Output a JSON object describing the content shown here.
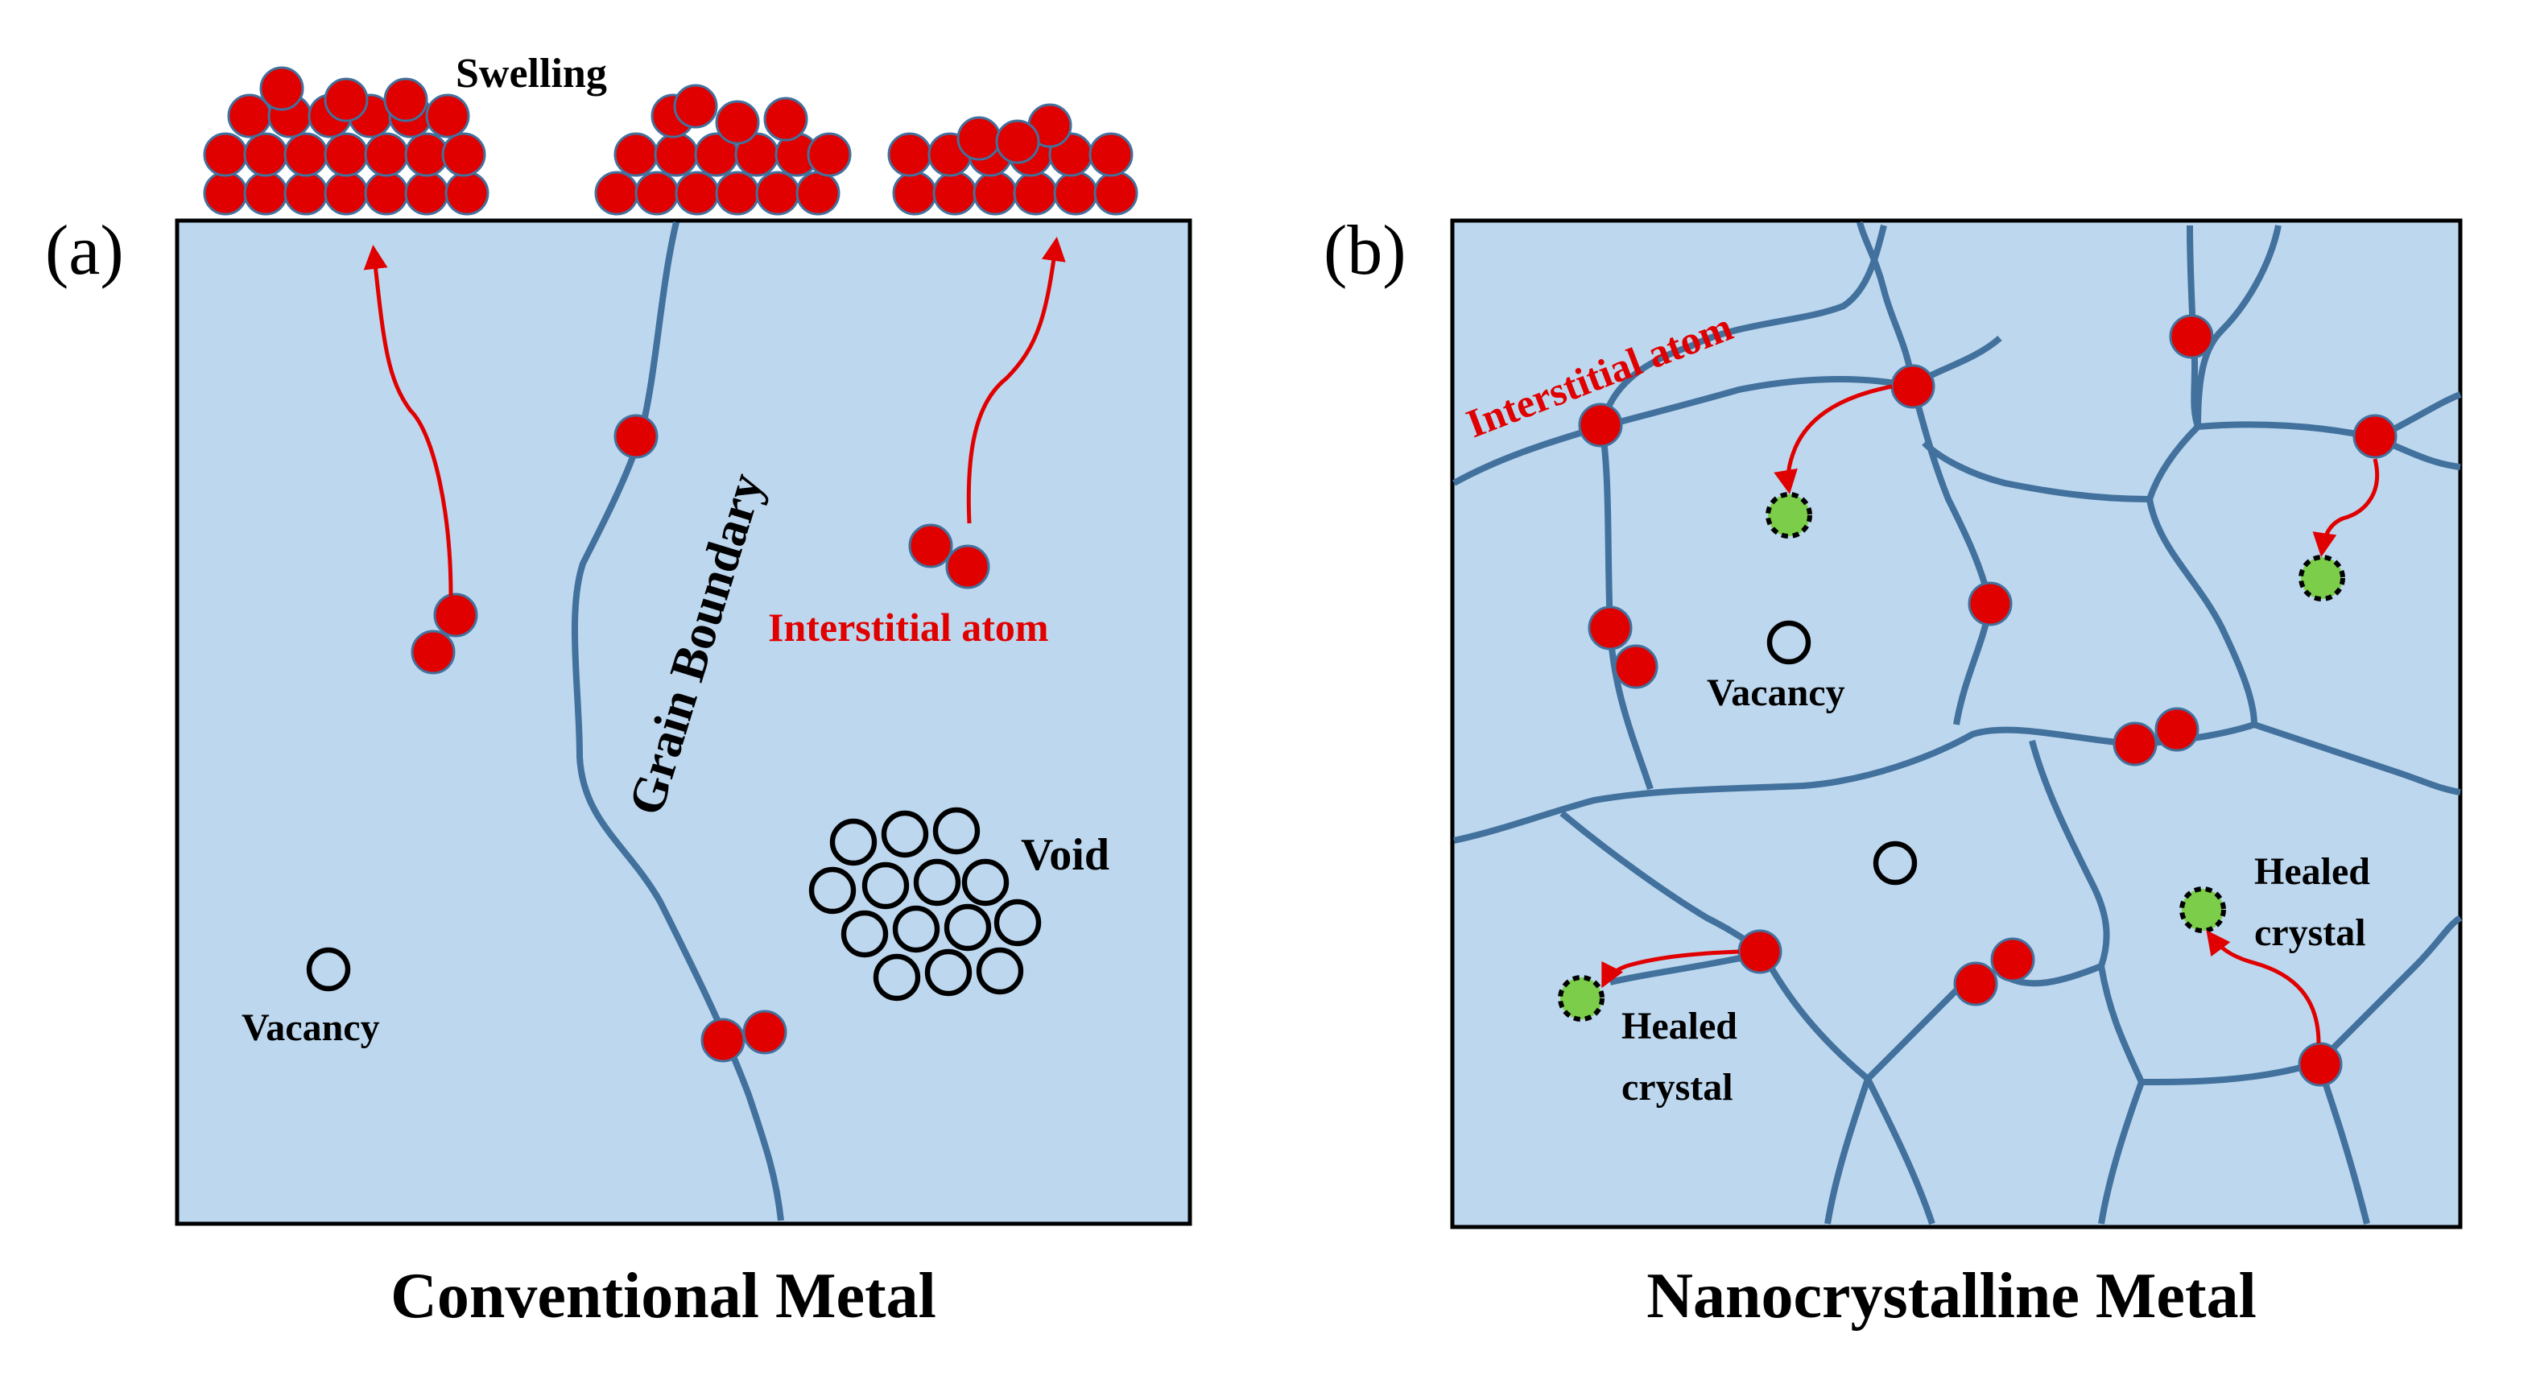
{
  "panel_a": {
    "letter": "(a)",
    "caption": "Conventional Metal",
    "labels": {
      "swelling": "Swelling",
      "grain_boundary": "Grain Boundary",
      "interstitial_atom": "Interstitial atom",
      "void": "Void",
      "vacancy": "Vacancy"
    }
  },
  "panel_b": {
    "letter": "(b)",
    "caption": "Nanocrystalline Metal",
    "labels": {
      "interstitial_atom": "Interstitial atom",
      "vacancy": "Vacancy",
      "healed_crystal_right_line1": "Healed",
      "healed_crystal_right_line2": "crystal",
      "healed_crystal_left_line1": "Healed",
      "healed_crystal_left_line2": "crystal"
    }
  },
  "colors": {
    "matrix_fill": "#bdd7ee",
    "grain_boundary": "#41719c",
    "interstitial_atom": "#e00000",
    "atom_outline": "#41719c",
    "healed_atom": "#7ccd4a",
    "arrow": "#e00000",
    "text": "#000000",
    "label_red": "#e00000"
  }
}
